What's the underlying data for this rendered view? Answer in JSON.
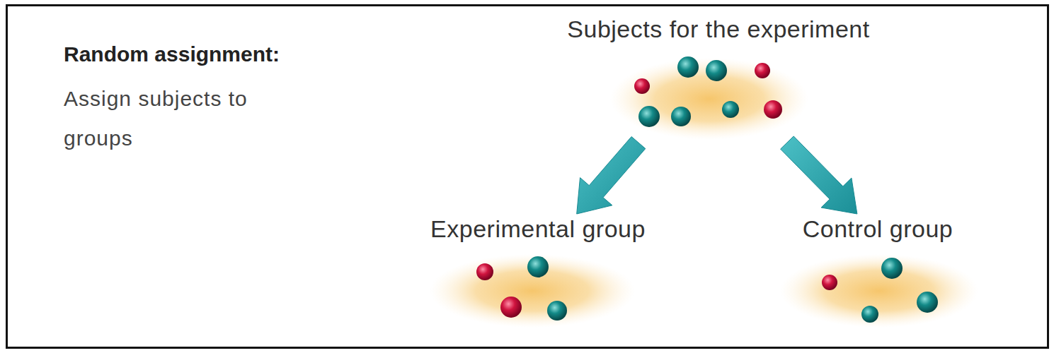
{
  "diagram": {
    "nodes": [
      {
        "text": [
          "Subjects for the experiment"
        ]
      },
      {
        "text": [
          "Experimental group"
        ]
      },
      {
        "text": [
          "Control group"
        ]
      }
    ],
    "edges": [
      {
        "from": 0,
        "to": 1,
        "arrow": "to"
      },
      {
        "from": 0,
        "to": 2,
        "arrow": "to"
      }
    ],
    "labels": [
      "Random assignment:",
      "Assign subjects to groups"
    ]
  }
}
